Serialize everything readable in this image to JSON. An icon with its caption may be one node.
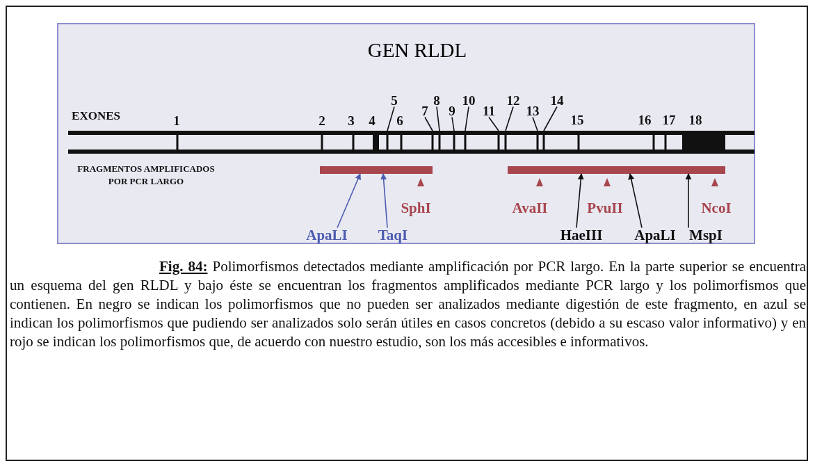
{
  "diagram": {
    "title": "GEN RLDL",
    "caption": "**Fig. 84:** Polimorfismos detectados mediante amplificación por PCR largo. En la parte superior se encuentra un esquema del gen RLDL y bajo éste se encuentran los fragmentos amplificados mediante PCR largo y los polimorfismos que contienen. En negro se indican los polimorfismos que no pueden ser analizados mediante digestión de este fragmento, en azul se indican los polimorfismos que pudiendo ser analizados solo serán útiles en casos concretos (debido a su escaso valor informativo) y en rojo se indican los polimorfismos que, de acuerdo con nuestro estudio, son los más accesibles e informativos.",
    "nodes": [
      {
        "text": [
          "5"
        ]
      },
      {
        "text": [
          "7"
        ]
      },
      {
        "text": [
          "8"
        ]
      },
      {
        "text": [
          "9"
        ]
      },
      {
        "text": [
          "10"
        ]
      },
      {
        "text": [
          "11"
        ]
      },
      {
        "text": [
          "12"
        ]
      },
      {
        "text": [
          "13"
        ]
      },
      {
        "text": [
          "14"
        ]
      },
      {
        "text": [],
        "shape": "bar"
      },
      {
        "text": [],
        "shape": "bar"
      },
      {
        "text": [],
        "shape": "bar"
      },
      {
        "text": [
          "ApaLI"
        ]
      },
      {
        "text": [
          "TaqI"
        ]
      },
      {
        "text": [
          "HaeIII"
        ]
      },
      {
        "text": [
          "ApaLI"
        ]
      },
      {
        "text": [
          "MspI"
        ]
      }
    ],
    "edges": [
      {
        "from": 0,
        "to": 9,
        "arrow": "none"
      },
      {
        "from": 1,
        "to": 9,
        "arrow": "none"
      },
      {
        "from": 2,
        "to": 9,
        "arrow": "none"
      },
      {
        "from": 3,
        "to": 9,
        "arrow": "none"
      },
      {
        "from": 4,
        "to": 9,
        "arrow": "none"
      },
      {
        "from": 5,
        "to": 9,
        "arrow": "none"
      },
      {
        "from": 6,
        "to": 9,
        "arrow": "none"
      },
      {
        "from": 7,
        "to": 9,
        "arrow": "none"
      },
      {
        "from": 8,
        "to": 9,
        "arrow": "none"
      },
      {
        "from": 12,
        "to": 10,
        "arrow": "to",
        "color": "#4b5bb0"
      },
      {
        "from": 13,
        "to": 10,
        "arrow": "to",
        "color": "#4b5bb0"
      },
      {
        "from": 14,
        "to": 11,
        "arrow": "to"
      },
      {
        "from": 15,
        "to": 11,
        "arrow": "to"
      },
      {
        "from": 16,
        "to": 11,
        "arrow": "to"
      }
    ],
    "labels": [
      "EXONES",
      "1",
      "2",
      "3",
      "4",
      "6",
      "15",
      "16",
      "17",
      "18",
      "FRAGMENTOS AMPLIFICADOS POR PCR LARGO",
      "SphI",
      "AvaII",
      "PvuII",
      "NcoI"
    ]
  }
}
